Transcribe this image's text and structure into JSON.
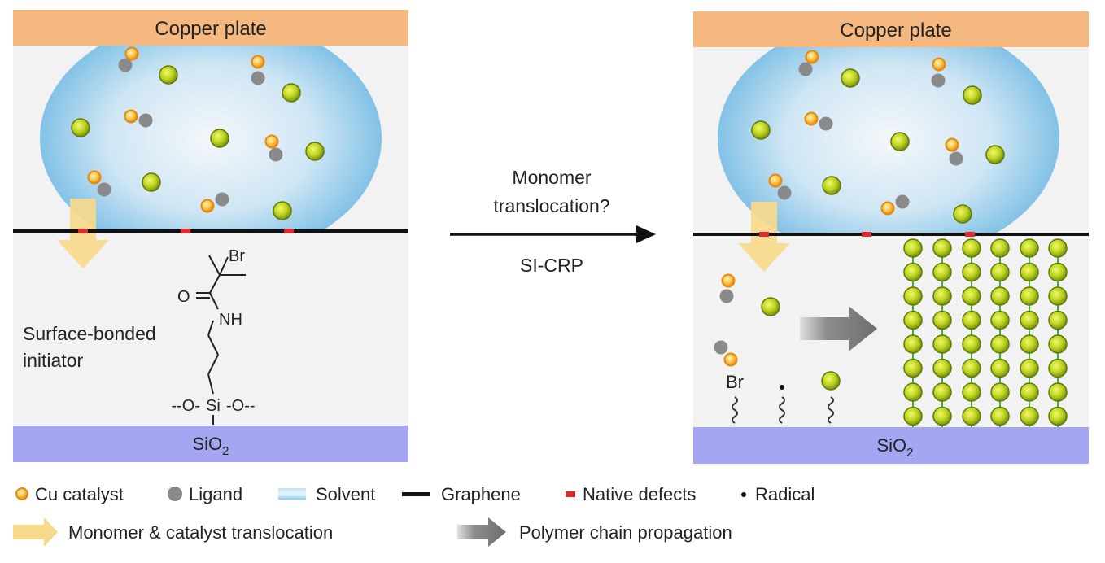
{
  "left_panel": {
    "top_label": "Copper plate",
    "bottom_label": "SiO",
    "bottom_sub": "2",
    "initiator_caption": [
      "Surface-bonded",
      "initiator"
    ],
    "chem": {
      "br": "Br",
      "o": "O",
      "nh": "NH",
      "si_row_left": "--O-",
      "si": "Si",
      "si_row_right": "-O--"
    }
  },
  "center": {
    "top_lines": [
      "Monomer",
      "translocation?"
    ],
    "bottom_label": "SI-CRP"
  },
  "right_panel": {
    "top_label": "Copper plate",
    "bottom_label": "SiO",
    "bottom_sub": "2",
    "br_label": "Br"
  },
  "legend": [
    {
      "icon": "cu-catalyst-icon",
      "label": "Cu catalyst"
    },
    {
      "icon": "ligand-icon",
      "label": "Ligand"
    },
    {
      "icon": "solvent-icon",
      "label": "Solvent"
    },
    {
      "icon": "graphene-icon",
      "label": "Graphene"
    },
    {
      "icon": "native-defect-icon",
      "label": "Native defects"
    },
    {
      "icon": "radical-icon",
      "label": "Radical"
    },
    {
      "icon": "translocation-arrow-icon",
      "label": "Monomer & catalyst translocation"
    },
    {
      "icon": "propagation-arrow-icon",
      "label": "Polymer chain propagation"
    }
  ],
  "colors": {
    "copper": "#F5B880",
    "background_panel": "#F2F2F2",
    "solvent": "#7EC3E8",
    "sio2": "#A5A6F2",
    "graphene": "#111111",
    "defect": "#E32A2A",
    "monomer": "#B5CF1E",
    "cu": "#F6A22B",
    "ligand": "#8A8A8A",
    "yellow_arrow": "#F8D98A",
    "grey_arrow": "#7A7A7A"
  }
}
